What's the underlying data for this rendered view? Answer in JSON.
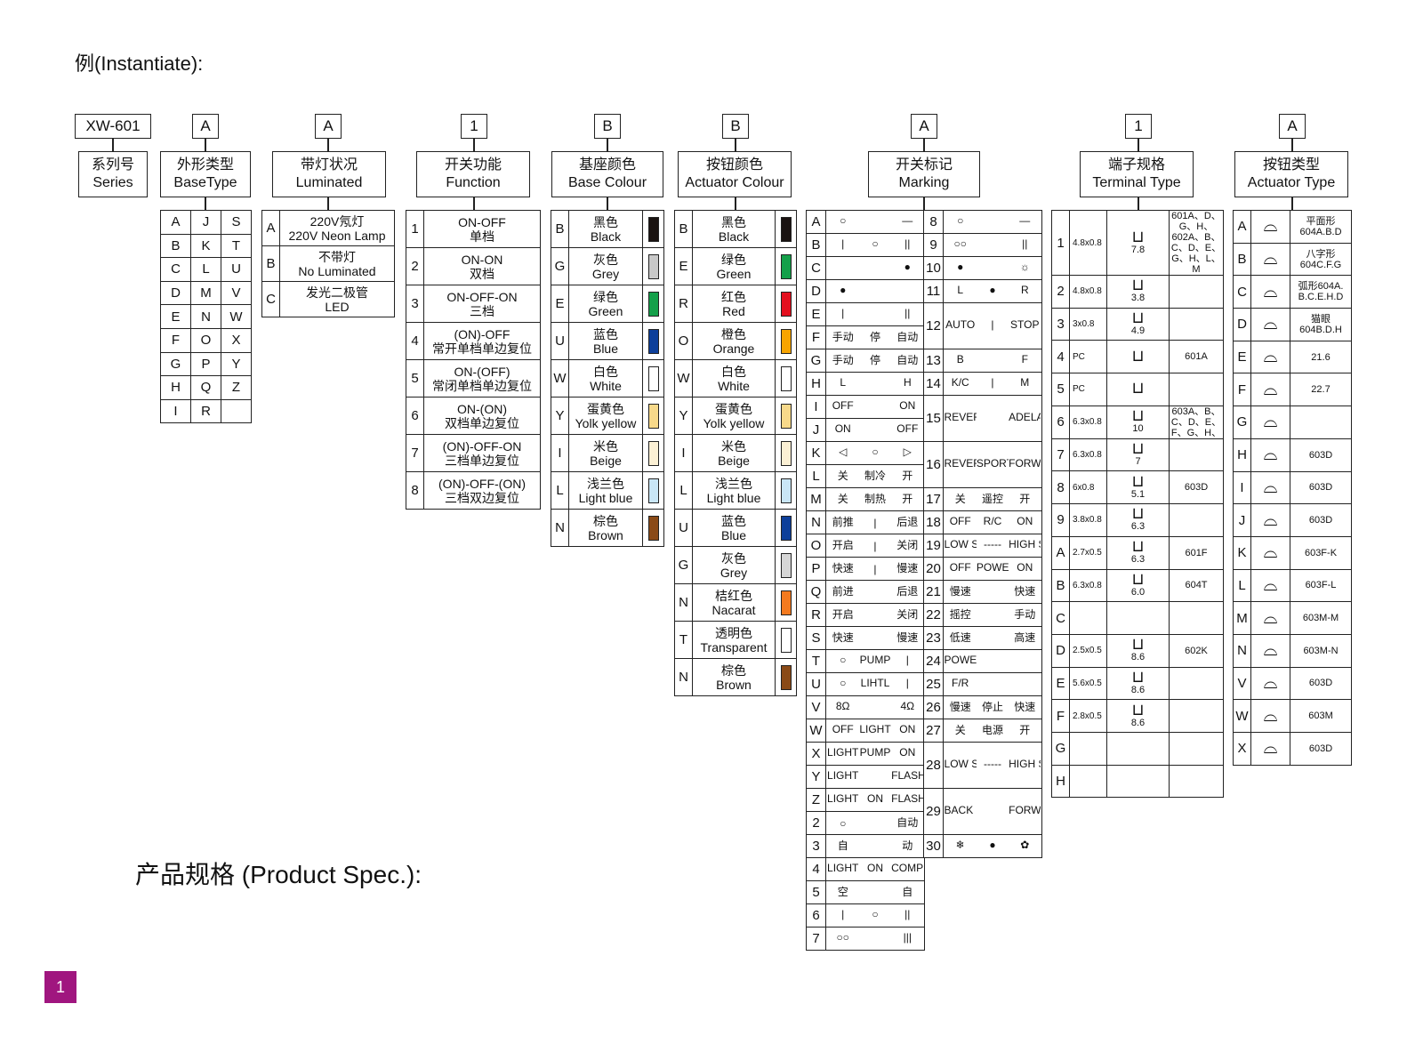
{
  "example_label": "例(Instantiate):",
  "product_spec_label": "产品规格 (Product Spec.):",
  "page_number": "1",
  "codes": [
    "XW-601",
    "A",
    "A",
    "1",
    "B",
    "B",
    "A",
    "1",
    "A"
  ],
  "headers": {
    "series": {
      "zh": "系列号",
      "en": "Series"
    },
    "base_type": {
      "zh": "外形类型",
      "en": "BaseType"
    },
    "luminated": {
      "zh": "带灯状况",
      "en": "Luminated"
    },
    "function": {
      "zh": "开关功能",
      "en": "Function"
    },
    "base_colour": {
      "zh": "基座颜色",
      "en": "Base Colour"
    },
    "actuator_colour": {
      "zh": "按钮颜色",
      "en": "Actuator Colour"
    },
    "marking": {
      "zh": "开关标记",
      "en": "Marking"
    },
    "terminal": {
      "zh": "端子规格",
      "en": "Terminal Type"
    },
    "actuator_type": {
      "zh": "按钮类型",
      "en": "Actuator Type"
    }
  },
  "base_types": [
    [
      "A",
      "J",
      "S"
    ],
    [
      "B",
      "K",
      "T"
    ],
    [
      "C",
      "L",
      "U"
    ],
    [
      "D",
      "M",
      "V"
    ],
    [
      "E",
      "N",
      "W"
    ],
    [
      "F",
      "O",
      "X"
    ],
    [
      "G",
      "P",
      "Y"
    ],
    [
      "H",
      "Q",
      "Z"
    ],
    [
      "I",
      "R",
      ""
    ]
  ],
  "luminated": [
    {
      "code": "A",
      "zh": "220V氖灯",
      "en": "220V Neon Lamp"
    },
    {
      "code": "B",
      "zh": "不带灯",
      "en": "No Luminated"
    },
    {
      "code": "C",
      "zh": "发光二极管",
      "en": "LED"
    }
  ],
  "functions": [
    {
      "code": "1",
      "l1": "ON-OFF",
      "l2": "单档"
    },
    {
      "code": "2",
      "l1": "ON-ON",
      "l2": "双档"
    },
    {
      "code": "3",
      "l1": "ON-OFF-ON",
      "l2": "三档"
    },
    {
      "code": "4",
      "l1": "(ON)-OFF",
      "l2": "常开单档单边复位"
    },
    {
      "code": "5",
      "l1": "ON-(OFF)",
      "l2": "常闭单档单边复位"
    },
    {
      "code": "6",
      "l1": "ON-(ON)",
      "l2": "双档单边复位"
    },
    {
      "code": "7",
      "l1": "(ON)-OFF-ON",
      "l2": "三档单边复位"
    },
    {
      "code": "8",
      "l1": "(ON)-OFF-(ON)",
      "l2": "三档双边复位"
    }
  ],
  "base_colours": [
    {
      "code": "B",
      "zh": "黑色",
      "en": "Black",
      "color": "#1a1311"
    },
    {
      "code": "G",
      "zh": "灰色",
      "en": "Grey",
      "color": "#c8c8c8"
    },
    {
      "code": "E",
      "zh": "绿色",
      "en": "Green",
      "color": "#14a04a"
    },
    {
      "code": "U",
      "zh": "蓝色",
      "en": "Blue",
      "color": "#0d3f9a"
    },
    {
      "code": "W",
      "zh": "白色",
      "en": "White",
      "color": "#ffffff"
    },
    {
      "code": "Y",
      "zh": "蛋黄色",
      "en": "Yolk yellow",
      "color": "#f7d98a"
    },
    {
      "code": "I",
      "zh": "米色",
      "en": "Beige",
      "color": "#fbf0d4"
    },
    {
      "code": "L",
      "zh": "浅兰色",
      "en": "Light blue",
      "color": "#c9e6f6"
    },
    {
      "code": "N",
      "zh": "棕色",
      "en": "Brown",
      "color": "#8a4a17"
    }
  ],
  "actuator_colours": [
    {
      "code": "B",
      "zh": "黑色",
      "en": "Black",
      "color": "#1a1311"
    },
    {
      "code": "E",
      "zh": "绿色",
      "en": "Green",
      "color": "#14a04a"
    },
    {
      "code": "R",
      "zh": "红色",
      "en": "Red",
      "color": "#e4101f"
    },
    {
      "code": "O",
      "zh": "橙色",
      "en": "Orange",
      "color": "#f7a400"
    },
    {
      "code": "W",
      "zh": "白色",
      "en": "White",
      "color": "#ffffff"
    },
    {
      "code": "Y",
      "zh": "蛋黄色",
      "en": "Yolk yellow",
      "color": "#f7d98a"
    },
    {
      "code": "I",
      "zh": "米色",
      "en": "Beige",
      "color": "#fbf0d4"
    },
    {
      "code": "L",
      "zh": "浅兰色",
      "en": "Light blue",
      "color": "#c9e6f6"
    },
    {
      "code": "U",
      "zh": "蓝色",
      "en": "Blue",
      "color": "#0d3f9a"
    },
    {
      "code": "G",
      "zh": "灰色",
      "en": "Grey",
      "color": "#d6d6d6"
    },
    {
      "code": "N",
      "zh": "桔红色",
      "en": "Nacarat",
      "color": "#f47a1f"
    },
    {
      "code": "T",
      "zh": "透明色",
      "en": "Transparent",
      "color": "#ffffff"
    },
    {
      "code": "N",
      "zh": "棕色",
      "en": "Brown",
      "color": "#8a4a17"
    }
  ],
  "marking_left": [
    {
      "code": "A",
      "a": "○",
      "b": "",
      "c": "—"
    },
    {
      "code": "B",
      "a": "|",
      "b": "○",
      "c": "||"
    },
    {
      "code": "C",
      "a": "",
      "b": "",
      "c": "●"
    },
    {
      "code": "D",
      "a": "●",
      "b": "",
      "c": ""
    },
    {
      "code": "E",
      "a": "|",
      "b": "",
      "c": "||"
    },
    {
      "code": "F",
      "a": "手动",
      "b": "停",
      "c": "自动"
    },
    {
      "code": "G",
      "a": "手动",
      "b": "停",
      "c": "自动"
    },
    {
      "code": "H",
      "a": "L",
      "b": "",
      "c": "H"
    },
    {
      "code": "I",
      "a": "OFF",
      "b": "",
      "c": "ON"
    },
    {
      "code": "J",
      "a": "ON",
      "b": "",
      "c": "OFF"
    },
    {
      "code": "K",
      "a": "◁",
      "b": "○",
      "c": "▷"
    },
    {
      "code": "L",
      "a": "关",
      "b": "制冷",
      "c": "开"
    },
    {
      "code": "M",
      "a": "关",
      "b": "制热",
      "c": "开"
    },
    {
      "code": "N",
      "a": "前推",
      "b": "|",
      "c": "后退"
    },
    {
      "code": "O",
      "a": "开启",
      "b": "|",
      "c": "关闭"
    },
    {
      "code": "P",
      "a": "快速",
      "b": "|",
      "c": "慢速"
    },
    {
      "code": "Q",
      "a": "前进",
      "b": "",
      "c": "后退"
    },
    {
      "code": "R",
      "a": "开启",
      "b": "",
      "c": "关闭"
    },
    {
      "code": "S",
      "a": "快速",
      "b": "",
      "c": "慢速"
    },
    {
      "code": "T",
      "a": "○",
      "b": "PUMP",
      "c": "|"
    },
    {
      "code": "U",
      "a": "○",
      "b": "LIHTL",
      "c": "|"
    },
    {
      "code": "V",
      "a": "8Ω",
      "b": "",
      "c": "4Ω"
    },
    {
      "code": "W",
      "a": "OFF",
      "b": "LIGHT",
      "c": "ON"
    },
    {
      "code": "X",
      "a": "LIGHT",
      "b": "PUMP",
      "c": "ON"
    },
    {
      "code": "Y",
      "a": "LIGHT",
      "b": "",
      "c": "FLASH"
    },
    {
      "code": "Z",
      "a": "LIGHT",
      "b": "ON",
      "c": "FLASH"
    },
    {
      "code": "2",
      "a": "○",
      "b": "",
      "c": "自动"
    },
    {
      "code": "3",
      "a": "自",
      "b": "",
      "c": "动"
    },
    {
      "code": "4",
      "a": "LIGHT",
      "b": "ON",
      "c": "COMPRESSOR"
    },
    {
      "code": "5",
      "a": "空",
      "b": "",
      "c": "自"
    },
    {
      "code": "6",
      "a": "|",
      "b": "○",
      "c": "||"
    },
    {
      "code": "7",
      "a": "○○",
      "b": "",
      "c": "|||"
    }
  ],
  "marking_right": [
    {
      "code": "8",
      "a": "○",
      "b": "",
      "c": "—"
    },
    {
      "code": "9",
      "a": "○○",
      "b": "",
      "c": "||"
    },
    {
      "code": "10",
      "a": "●",
      "b": "",
      "c": "☼"
    },
    {
      "code": "11",
      "a": "L",
      "b": "●",
      "c": "R"
    },
    {
      "code": "12",
      "a": "AUTO",
      "b": "|",
      "c": "STOP"
    },
    {
      "code": "13",
      "a": "B",
      "b": "",
      "c": "F"
    },
    {
      "code": "14",
      "a": "K/C",
      "b": "|",
      "c": "M"
    },
    {
      "code": "15",
      "a": "REVERSA",
      "b": "",
      "c": "ADELANTE"
    },
    {
      "code": "16",
      "a": "REVERSE",
      "b": "SPORT",
      "c": "FORWARD"
    },
    {
      "code": "17",
      "a": "关",
      "b": "遥控",
      "c": "开"
    },
    {
      "code": "18",
      "a": "OFF",
      "b": "R/C",
      "c": "ON"
    },
    {
      "code": "19",
      "a": "LOW SPEED",
      "b": "-----",
      "c": "HIGH SPEED"
    },
    {
      "code": "20",
      "a": "OFF",
      "b": "POWER",
      "c": "ON"
    },
    {
      "code": "21",
      "a": "慢速",
      "b": "",
      "c": "快速"
    },
    {
      "code": "22",
      "a": "摇控",
      "b": "",
      "c": "手动"
    },
    {
      "code": "23",
      "a": "低速",
      "b": "",
      "c": "高速"
    },
    {
      "code": "24",
      "a": "POWER",
      "b": "",
      "c": ""
    },
    {
      "code": "25",
      "a": "F/R",
      "b": "",
      "c": ""
    },
    {
      "code": "26",
      "a": "慢速",
      "b": "停止",
      "c": "快速"
    },
    {
      "code": "27",
      "a": "关",
      "b": "电源",
      "c": "开"
    },
    {
      "code": "28",
      "a": "LOW SPEED",
      "b": "-----",
      "c": "HIGH SPEED"
    },
    {
      "code": "29",
      "a": "BACK OFF",
      "b": "",
      "c": "FORWARD"
    },
    {
      "code": "30",
      "a": "❄",
      "b": "●",
      "c": "✿"
    }
  ],
  "terminals": [
    {
      "code": "1",
      "size": "4.8x0.8",
      "dim": "7.8",
      "note": "601A、D、G、H、602A、B、C、D、E、G、H、L、M"
    },
    {
      "code": "2",
      "size": "4.8x0.8",
      "dim": "3.8",
      "note": ""
    },
    {
      "code": "3",
      "size": "3x0.8",
      "dim": "4.9",
      "note": ""
    },
    {
      "code": "4",
      "size": "PC",
      "dim": "",
      "note": "601A"
    },
    {
      "code": "5",
      "size": "PC",
      "dim": "",
      "note": ""
    },
    {
      "code": "6",
      "size": "6.3x0.8",
      "dim": "10",
      "note": "603A、B、C、D、E、F、G、H、"
    },
    {
      "code": "7",
      "size": "6.3x0.8",
      "dim": "7",
      "note": ""
    },
    {
      "code": "8",
      "size": "6x0.8",
      "dim": "5.1",
      "note": "603D"
    },
    {
      "code": "9",
      "size": "3.8x0.8",
      "dim": "6.3",
      "note": ""
    },
    {
      "code": "A",
      "size": "2.7x0.5",
      "dim": "6.3",
      "note": "601F"
    },
    {
      "code": "B",
      "size": "6.3x0.8",
      "dim": "6.0",
      "note": "604T"
    },
    {
      "code": "C",
      "size": "",
      "dim": "",
      "note": ""
    },
    {
      "code": "D",
      "size": "2.5x0.5",
      "dim": "8.6",
      "note": "602K"
    },
    {
      "code": "E",
      "size": "5.6x0.5",
      "dim": "8.6",
      "note": ""
    },
    {
      "code": "F",
      "size": "2.8x0.5",
      "dim": "8.6",
      "note": ""
    },
    {
      "code": "G",
      "size": "",
      "dim": "",
      "note": ""
    },
    {
      "code": "H",
      "size": "",
      "dim": "",
      "note": ""
    }
  ],
  "actuator_types": [
    {
      "code": "A",
      "note": "平面形 604A.B.D",
      "dim": ""
    },
    {
      "code": "B",
      "note": "八字形 604C.F.G",
      "dim": ""
    },
    {
      "code": "C",
      "note": "弧形604A. B.C.E.H.D",
      "dim": ""
    },
    {
      "code": "D",
      "note": "猫眼 604B.D.H",
      "dim": ""
    },
    {
      "code": "E",
      "note": "",
      "dim": "21.6"
    },
    {
      "code": "F",
      "note": "",
      "dim": "22.7"
    },
    {
      "code": "G",
      "note": "",
      "dim": ""
    },
    {
      "code": "H",
      "note": "603D",
      "dim": ""
    },
    {
      "code": "I",
      "note": "603D",
      "dim": ""
    },
    {
      "code": "J",
      "note": "603D",
      "dim": ""
    },
    {
      "code": "K",
      "note": "603F-K",
      "dim": ""
    },
    {
      "code": "L",
      "note": "603F-L",
      "dim": ""
    },
    {
      "code": "M",
      "note": "603M-M",
      "dim": ""
    },
    {
      "code": "N",
      "note": "603M-N",
      "dim": ""
    },
    {
      "code": "V",
      "note": "603D",
      "dim": ""
    },
    {
      "code": "W",
      "note": "603M",
      "dim": ""
    },
    {
      "code": "X",
      "note": "603D",
      "dim": ""
    }
  ]
}
